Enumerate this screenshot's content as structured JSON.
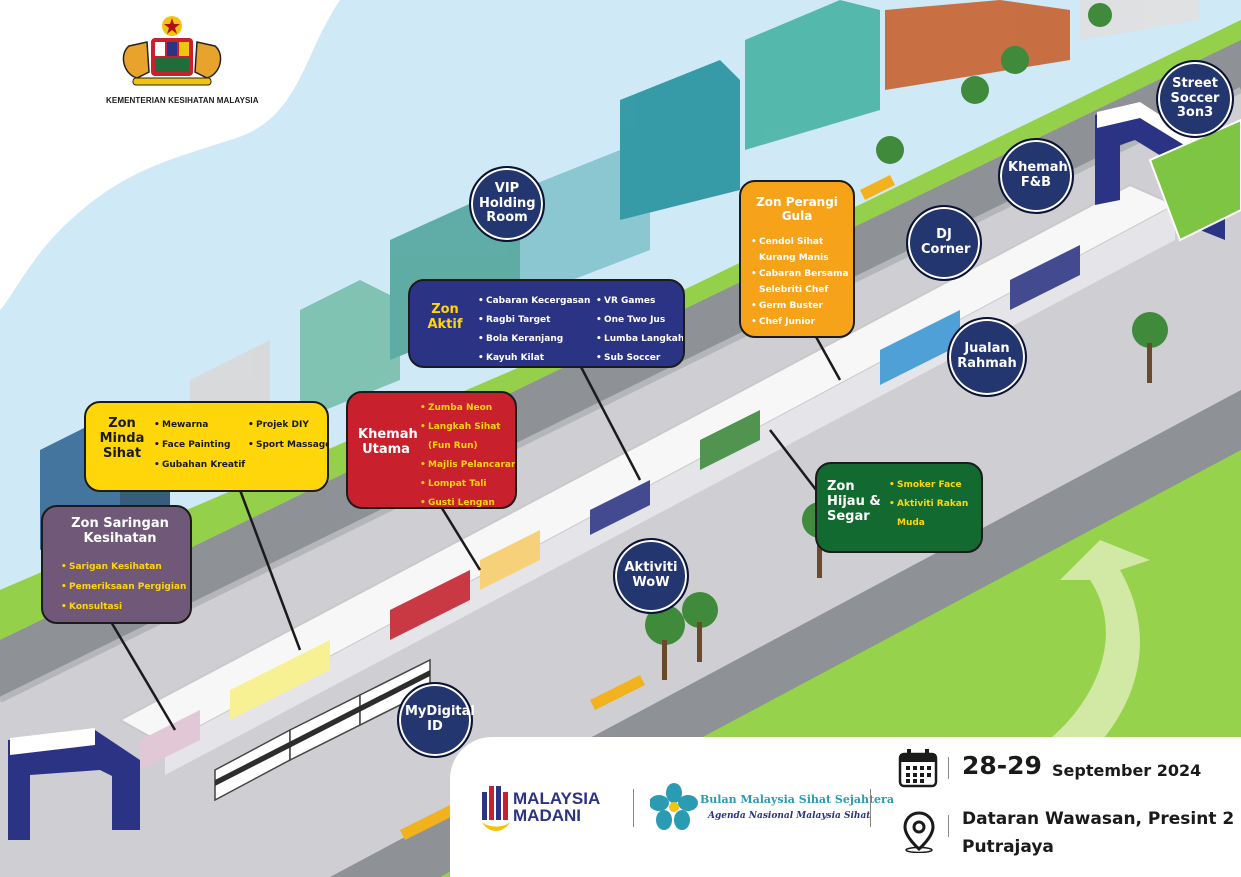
{
  "header": {
    "ministry": "KEMENTERIAN KESIHATAN MALAYSIA"
  },
  "zones": {
    "aktif": {
      "title": "Zon Aktif",
      "items_left": [
        "Cabaran Kecergasan",
        "Ragbi Target",
        "Bola Keranjang",
        "Kayuh Kilat"
      ],
      "items_right": [
        "VR Games",
        "One Two Jus",
        "Lumba Langkah",
        "Sub Soccer"
      ]
    },
    "minda_sihat": {
      "title": "Zon Minda Sihat",
      "items_left": [
        "Mewarna",
        "Face Painting",
        "Gubahan Kreatif"
      ],
      "items_right": [
        "Projek DIY",
        "Sport Massage"
      ]
    },
    "khemah_utama": {
      "title": "Khemah Utama",
      "items": [
        "Zumba Neon",
        "Langkah Sihat (Fun Run)",
        "Majlis Pelancaran",
        "Lompat Tali",
        "Gusti Lengan"
      ]
    },
    "saringan": {
      "title": "Zon Saringan Kesihatan",
      "items": [
        "Sarigan Kesihatan",
        "Pemeriksaan Pergigian",
        "Konsultasi"
      ]
    },
    "perangi_gula": {
      "title": "Zon Perangi Gula",
      "items": [
        "Cendol Sihat Kurang Manis",
        "Cabaran Bersama Selebriti Chef",
        "Germ Buster",
        "Chef Junior"
      ]
    },
    "hijau_segar": {
      "title": "Zon Hijau & Segar",
      "items": [
        "Smoker Face",
        "Aktiviti Rakan Muda"
      ]
    }
  },
  "bubbles": {
    "vip": "VIP Holding Room",
    "dj": "DJ Corner",
    "khemah_fnb": "Khemah F&B",
    "street_soccer": "Street Soccer 3on3",
    "jualan": "Jualan Rahmah",
    "aktiviti": "Aktiviti WoW",
    "mydigital": "MyDigital ID"
  },
  "footer": {
    "brand": "MALAYSIA MADANI",
    "bulan_title": "Bulan Malaysia Sihat Sejahtera",
    "bulan_sub": "Agenda Nasional Malaysia Sihat",
    "date_big": "28-29",
    "date_small": "September 2024",
    "venue_line1": "Dataran Wawasan, Presint 2",
    "venue_line2": "Putrajaya"
  },
  "icons": [
    "coat-of-arms",
    "calendar-icon",
    "location-pin-icon",
    "malaysia-madani-logo",
    "hibiscus-logo"
  ],
  "colors": {
    "grass": "#9ed84f",
    "road": "#cfcfd3",
    "navy": "#2b3385",
    "yellow": "#ffd60a",
    "red": "#c8202c",
    "purple": "#6f5878",
    "orange": "#f7a31a",
    "green": "#126a31",
    "bubble": "#24366f"
  }
}
